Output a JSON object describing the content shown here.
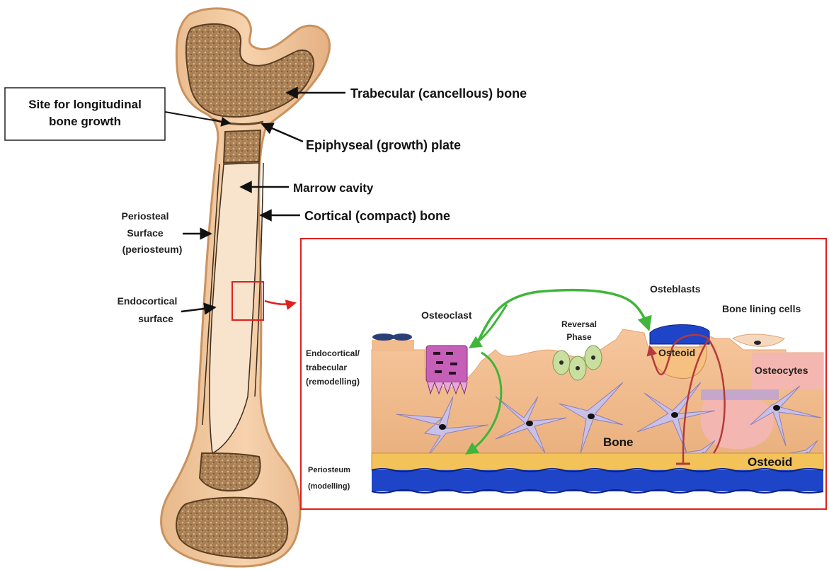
{
  "callout_box": {
    "line1": "Site for longitudinal",
    "line2": "bone growth"
  },
  "bone_labels": {
    "trabecular": "Trabecular (cancellous) bone",
    "epiphyseal": "Epiphyseal (growth) plate",
    "marrow": "Marrow cavity",
    "cortical": "Cortical (compact) bone",
    "periosteal_1": "Periosteal",
    "periosteal_2": "Surface",
    "periosteal_3": "(periosteum)",
    "endocortical_1": "Endocortical",
    "endocortical_2": "surface"
  },
  "inset": {
    "osteoclast": "Osteoclast",
    "reversal_1": "Reversal",
    "reversal_2": "Phase",
    "osteblasts": "Osteblasts",
    "bone_lining": "Bone lining cells",
    "osteoid_top": "Osteoid",
    "osteocytes": "Osteocytes",
    "bone": "Bone",
    "osteoid_bottom": "Osteoid",
    "endo_1": "Endocortical/",
    "endo_2": "trabecular",
    "endo_3": "(remodelling)",
    "perio_1": "Periosteum",
    "perio_2": "(modelling)"
  },
  "colors": {
    "bone_outer": "#f2c9a0",
    "bone_edge": "#c9925f",
    "spongy": "#b08a60",
    "marrow": "#f8e3cc",
    "inset_border": "#e0201e",
    "green_arrow": "#3fb53a",
    "red_arrow": "#b23a3a",
    "lining_blue": "#1e44c8",
    "osteoclast": "#c65fb8",
    "osteocyte": "#c9c0e8",
    "pink": "#f4b6b0"
  }
}
